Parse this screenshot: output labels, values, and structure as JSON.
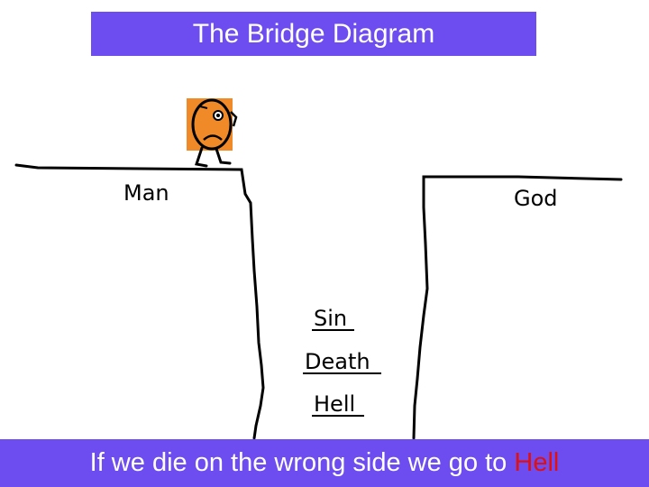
{
  "title": "The Bridge Diagram",
  "labels": {
    "man": "Man",
    "god": "God",
    "sin": "Sin",
    "death": "Death",
    "hell": "Hell"
  },
  "footer": {
    "text": "If we die on the wrong side we go to",
    "accent": "Hell"
  },
  "colors": {
    "banner": "#6e4df0",
    "accent": "#e01010",
    "figure_skin": "#f08a28"
  },
  "icons": {
    "figure": "worried-man-icon"
  }
}
